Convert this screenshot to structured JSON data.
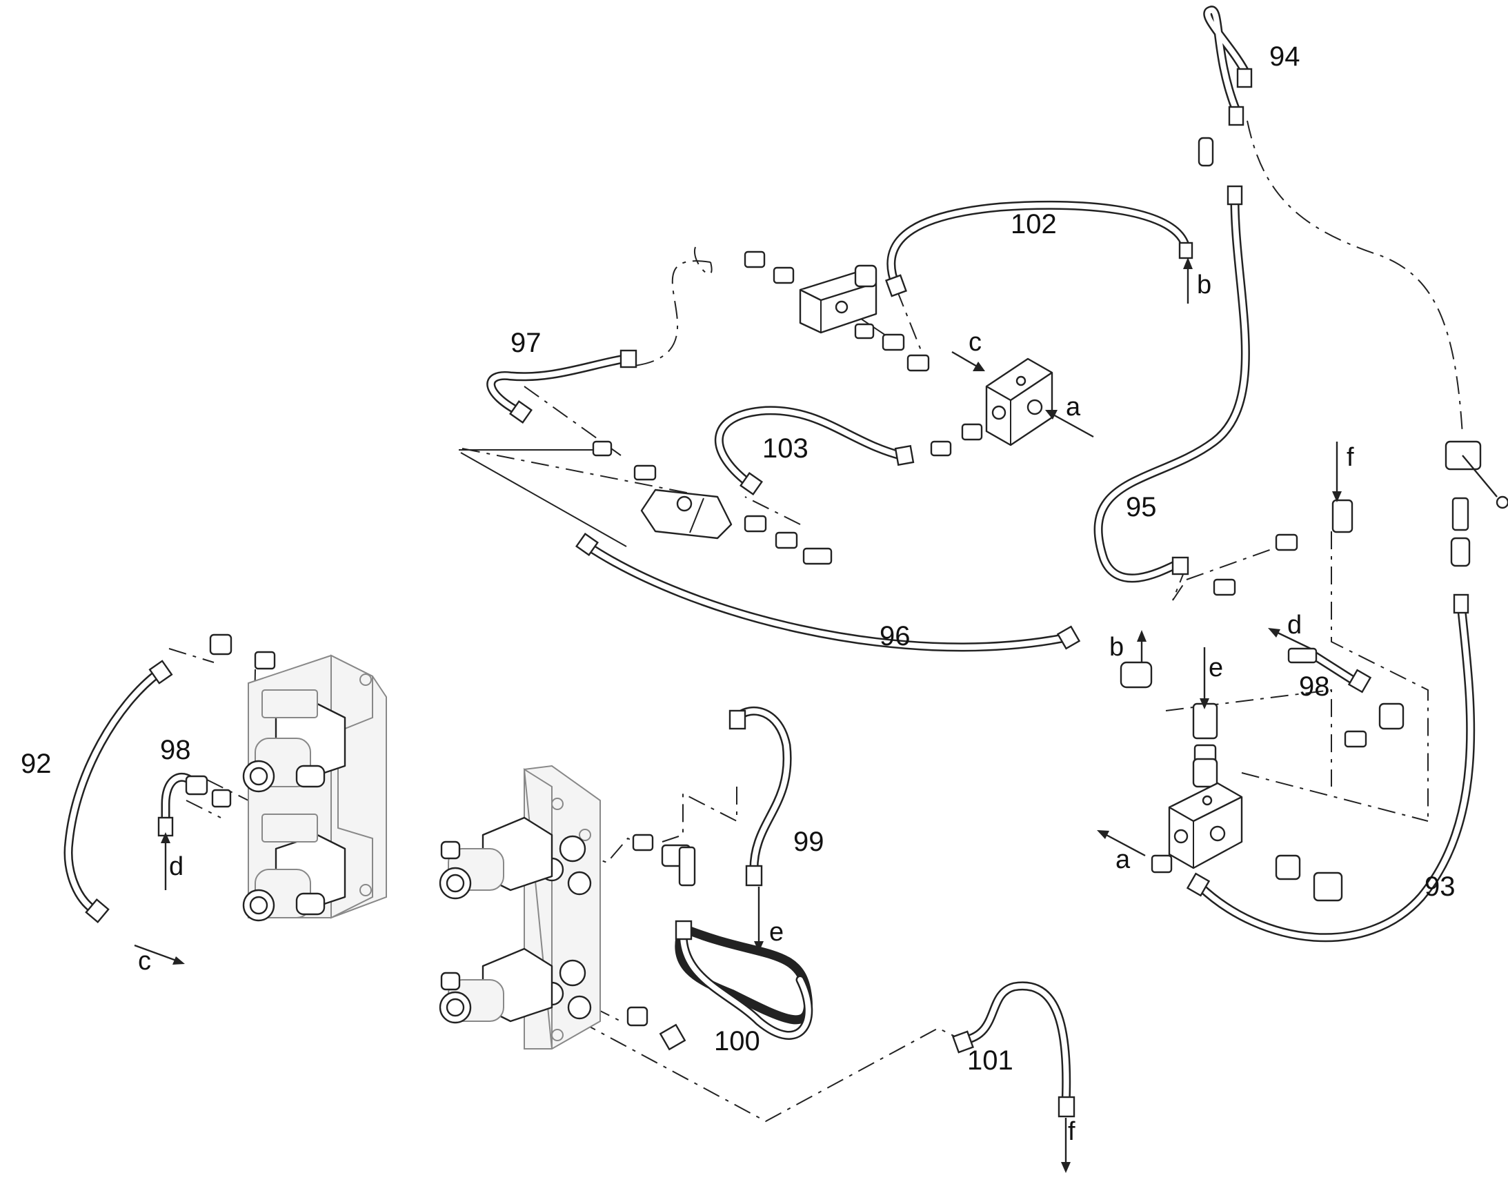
{
  "callouts": {
    "c92": "92",
    "c93": "93",
    "c94": "94",
    "c95": "95",
    "c96": "96",
    "c97": "97",
    "c98a": "98",
    "c98b": "98",
    "c99": "99",
    "c100": "100",
    "c101": "101",
    "c102": "102",
    "c103": "103"
  },
  "ports": {
    "a_top": "a",
    "a_right": "a",
    "b_top": "b",
    "b_right": "b",
    "c_top": "c",
    "c_left": "c",
    "d_left": "d",
    "d_right": "d",
    "e_mid": "e",
    "e_right": "e",
    "f_bottom": "f",
    "f_right": "f"
  }
}
